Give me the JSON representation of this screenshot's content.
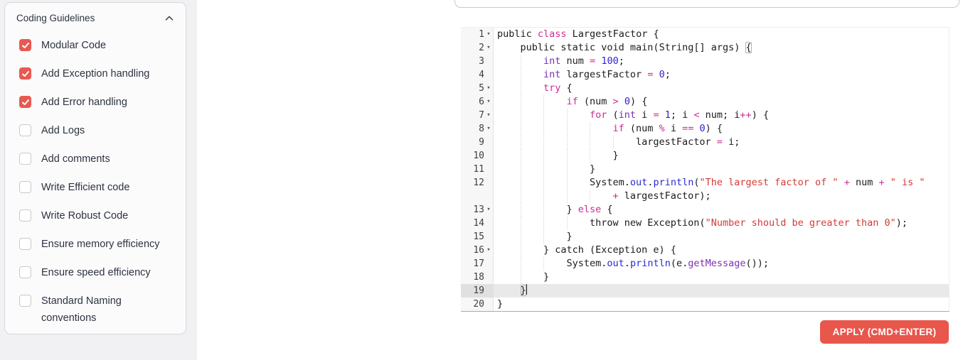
{
  "sidebar": {
    "header": {
      "title": "Coding Guidelines",
      "collapse_icon": "chevron-up"
    },
    "items": [
      {
        "label": "Modular Code",
        "checked": true
      },
      {
        "label": "Add Exception handling",
        "checked": true
      },
      {
        "label": "Add Error handling",
        "checked": true
      },
      {
        "label": "Add Logs",
        "checked": false
      },
      {
        "label": "Add comments",
        "checked": false
      },
      {
        "label": "Write Efficient code",
        "checked": false
      },
      {
        "label": "Write Robust Code",
        "checked": false
      },
      {
        "label": "Ensure memory efficiency",
        "checked": false
      },
      {
        "label": "Ensure speed efficiency",
        "checked": false
      },
      {
        "label": "Standard Naming conventions",
        "checked": false
      }
    ]
  },
  "apply_button": {
    "label": "APPLY (CMD+ENTER)"
  },
  "colors": {
    "accent_red": "#e8564c",
    "checkbox_red": "#e85950",
    "keyword_pink": "#cf2b95",
    "type_purple": "#7b2fb4",
    "number_blue": "#2f1fd1",
    "string_red": "#d23b34",
    "property_blue": "#2a2ad0",
    "active_line_bg": "#e9e9e9"
  },
  "editor": {
    "language": "java",
    "active_line": 19,
    "lines": [
      {
        "num": 1,
        "fold": true,
        "rows": [
          {
            "indent": 0,
            "tokens": [
              [
                "t",
                "public "
              ],
              [
                "k",
                "class"
              ],
              [
                "t",
                " LargestFactor {"
              ]
            ]
          }
        ]
      },
      {
        "num": 2,
        "fold": true,
        "rows": [
          {
            "indent": 1,
            "tokens": [
              [
                "t",
                "public static void main(String[] args) "
              ],
              [
                "m",
                "{"
              ]
            ]
          }
        ]
      },
      {
        "num": 3,
        "fold": false,
        "rows": [
          {
            "indent": 2,
            "tokens": [
              [
                "d",
                "int"
              ],
              [
                "t",
                " num "
              ],
              [
                "o",
                "="
              ],
              [
                "t",
                " "
              ],
              [
                "n",
                "100"
              ],
              [
                "t",
                ";"
              ]
            ]
          }
        ]
      },
      {
        "num": 4,
        "fold": false,
        "rows": [
          {
            "indent": 2,
            "tokens": [
              [
                "d",
                "int"
              ],
              [
                "t",
                " largestFactor "
              ],
              [
                "o",
                "="
              ],
              [
                "t",
                " "
              ],
              [
                "n",
                "0"
              ],
              [
                "t",
                ";"
              ]
            ]
          }
        ]
      },
      {
        "num": 5,
        "fold": true,
        "rows": [
          {
            "indent": 2,
            "tokens": [
              [
                "k",
                "try"
              ],
              [
                "t",
                " {"
              ]
            ]
          }
        ]
      },
      {
        "num": 6,
        "fold": true,
        "rows": [
          {
            "indent": 3,
            "tokens": [
              [
                "k",
                "if"
              ],
              [
                "t",
                " (num "
              ],
              [
                "o",
                ">"
              ],
              [
                "t",
                " "
              ],
              [
                "n",
                "0"
              ],
              [
                "t",
                ") {"
              ]
            ]
          }
        ]
      },
      {
        "num": 7,
        "fold": true,
        "rows": [
          {
            "indent": 4,
            "tokens": [
              [
                "k",
                "for"
              ],
              [
                "t",
                " ("
              ],
              [
                "d",
                "int"
              ],
              [
                "t",
                " i "
              ],
              [
                "o",
                "="
              ],
              [
                "t",
                " "
              ],
              [
                "n",
                "1"
              ],
              [
                "t",
                "; i "
              ],
              [
                "o",
                "<"
              ],
              [
                "t",
                " num; i"
              ],
              [
                "o",
                "++"
              ],
              [
                "t",
                ") {"
              ]
            ]
          }
        ]
      },
      {
        "num": 8,
        "fold": true,
        "rows": [
          {
            "indent": 5,
            "tokens": [
              [
                "k",
                "if"
              ],
              [
                "t",
                " (num "
              ],
              [
                "o",
                "%"
              ],
              [
                "t",
                " i "
              ],
              [
                "o",
                "=="
              ],
              [
                "t",
                " "
              ],
              [
                "n",
                "0"
              ],
              [
                "t",
                ") {"
              ]
            ]
          }
        ]
      },
      {
        "num": 9,
        "fold": false,
        "rows": [
          {
            "indent": 6,
            "tokens": [
              [
                "t",
                "largestFactor "
              ],
              [
                "o",
                "="
              ],
              [
                "t",
                " i;"
              ]
            ]
          }
        ]
      },
      {
        "num": 10,
        "fold": false,
        "rows": [
          {
            "indent": 5,
            "tokens": [
              [
                "t",
                "}"
              ]
            ]
          }
        ]
      },
      {
        "num": 11,
        "fold": false,
        "rows": [
          {
            "indent": 4,
            "tokens": [
              [
                "t",
                "}"
              ]
            ]
          }
        ]
      },
      {
        "num": 12,
        "fold": false,
        "rows": [
          {
            "indent": 4,
            "tokens": [
              [
                "t",
                "System."
              ],
              [
                "b",
                "out"
              ],
              [
                "t",
                "."
              ],
              [
                "b",
                "println"
              ],
              [
                "t",
                "("
              ],
              [
                "s",
                "\"The largest factor of \""
              ],
              [
                "t",
                " "
              ],
              [
                "o",
                "+"
              ],
              [
                "t",
                " num "
              ],
              [
                "o",
                "+"
              ],
              [
                "t",
                " "
              ],
              [
                "s",
                "\" is \""
              ]
            ]
          },
          {
            "indent": 5,
            "tokens": [
              [
                "o",
                "+"
              ],
              [
                "t",
                " largestFactor);"
              ]
            ]
          }
        ]
      },
      {
        "num": 13,
        "fold": true,
        "rows": [
          {
            "indent": 3,
            "tokens": [
              [
                "t",
                "} "
              ],
              [
                "k",
                "else"
              ],
              [
                "t",
                " {"
              ]
            ]
          }
        ]
      },
      {
        "num": 14,
        "fold": false,
        "rows": [
          {
            "indent": 4,
            "tokens": [
              [
                "t",
                "throw new Exception("
              ],
              [
                "s",
                "\"Number should be greater than 0\""
              ],
              [
                "t",
                ");"
              ]
            ]
          }
        ]
      },
      {
        "num": 15,
        "fold": false,
        "rows": [
          {
            "indent": 3,
            "tokens": [
              [
                "t",
                "}"
              ]
            ]
          }
        ]
      },
      {
        "num": 16,
        "fold": true,
        "rows": [
          {
            "indent": 2,
            "tokens": [
              [
                "t",
                "} catch (Exception e) {"
              ]
            ]
          }
        ]
      },
      {
        "num": 17,
        "fold": false,
        "rows": [
          {
            "indent": 3,
            "tokens": [
              [
                "t",
                "System."
              ],
              [
                "b",
                "out"
              ],
              [
                "t",
                "."
              ],
              [
                "b",
                "println"
              ],
              [
                "t",
                "(e."
              ],
              [
                "g",
                "getMessage"
              ],
              [
                "t",
                "());"
              ]
            ]
          }
        ]
      },
      {
        "num": 18,
        "fold": false,
        "rows": [
          {
            "indent": 2,
            "tokens": [
              [
                "t",
                "}"
              ]
            ]
          }
        ]
      },
      {
        "num": 19,
        "fold": false,
        "rows": [
          {
            "indent": 1,
            "tokens": [
              [
                "m",
                "}"
              ],
              [
                "cur",
                ""
              ]
            ]
          }
        ]
      },
      {
        "num": 20,
        "fold": false,
        "rows": [
          {
            "indent": 0,
            "tokens": [
              [
                "t",
                "}"
              ]
            ]
          }
        ]
      }
    ]
  }
}
